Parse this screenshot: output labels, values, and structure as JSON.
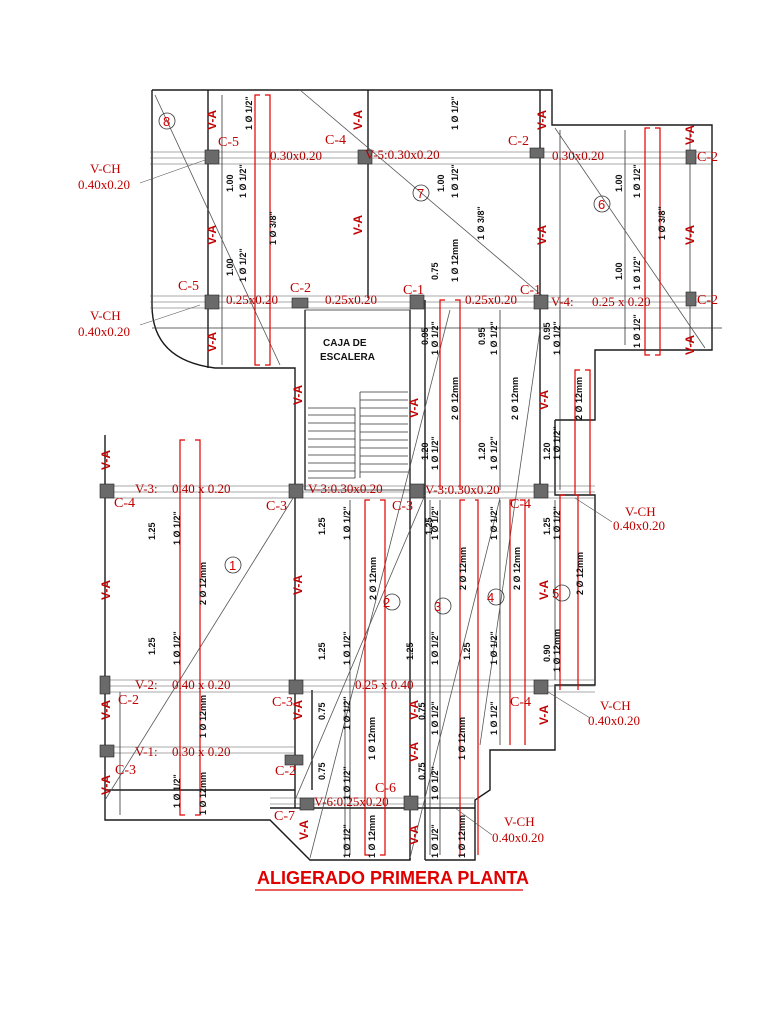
{
  "title": "ALIGERADO PRIMERA PLANTA",
  "stair_label": [
    "CAJA DE",
    "ESCALERA"
  ],
  "columns": [
    "C-1",
    "C-1",
    "C-2",
    "C-2",
    "C-2",
    "C-2",
    "C-2",
    "C-2",
    "C-3",
    "C-3",
    "C-3",
    "C-3",
    "C-4",
    "C-4",
    "C-4",
    "C-4",
    "C-5",
    "C-5",
    "C-6",
    "C-7"
  ],
  "beams": [
    "V-5:0.30x0.20",
    "0.30x0.20",
    "0.30x0.20",
    "0.25x0.20",
    "0.25x0.20",
    "0.25x0.20",
    "V-4:",
    "0.25 x 0.20",
    "V-3:",
    "0.40 x 0.20",
    "V-3:0.30x0.20",
    "V-3:0.30x0.20",
    "V-2:",
    "0.40 x 0.20",
    "0.25 x 0.40",
    "V-1:",
    "0.30 x 0.20",
    "V-6:0.25x0.20"
  ],
  "vch_label": "V-CH",
  "vch_size": "0.40x0.20",
  "va_label": "V-A",
  "panels": [
    "1",
    "2",
    "3",
    "4",
    "5",
    "6",
    "7",
    "8"
  ],
  "rebar": {
    "half": "1 Ø 1/2\"",
    "three_eighths": "1 Ø 3/8\"",
    "twelve": "1 Ø 12mm",
    "two_twelve": "2 Ø 12mm"
  },
  "dims": [
    "1.00",
    "0.75",
    "0.95",
    "1.20",
    "1.25",
    "0.90"
  ]
}
